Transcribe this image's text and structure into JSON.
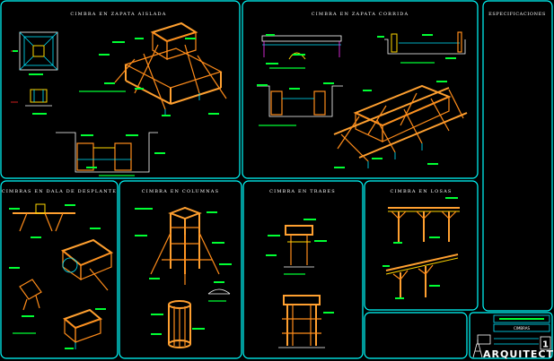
{
  "panels": {
    "zapata_aislada": "CIMBRA EN ZAPATA AISLADA",
    "zapata_corrida": "CIMBRA EN ZAPATA CORRIDA",
    "especificaciones": "ESPECIFICACIONES",
    "dala_desplante": "CIMBRAS EN DALA DE DESPLANTE",
    "columnas": "CIMBRA EN COLUMNAS",
    "trabes": "CIMBRA EN TRABES",
    "losas": "CIMBRA EN LOSAS"
  },
  "title_block": {
    "drawing_title": "CIMBRAS",
    "sheet_number": "1",
    "brand": "ARQUITECTURA"
  },
  "colors": {
    "frame": "#00ffff",
    "formwork": "#ff8c1a",
    "labels": "#00ff33",
    "background": "#000000"
  }
}
